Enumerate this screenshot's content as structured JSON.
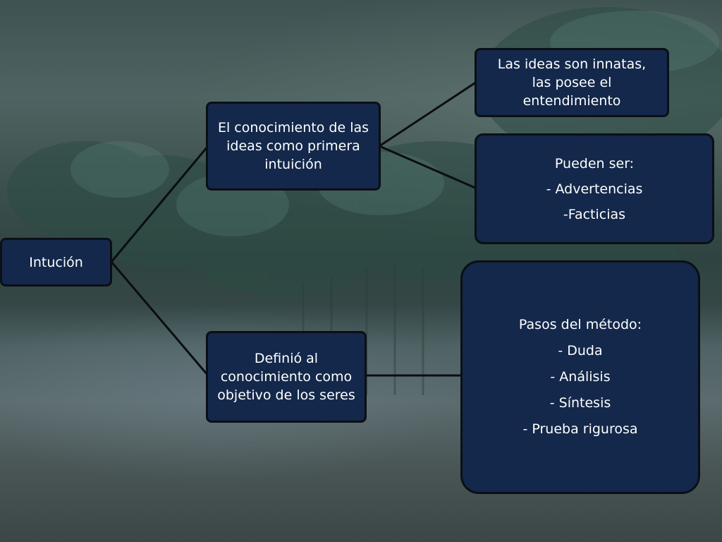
{
  "diagram": {
    "root": {
      "label": "Intución"
    },
    "branch_top": {
      "label": "El conocimiento de las ideas como primera intuición",
      "children": [
        {
          "lines": [
            "Las ideas son innatas, las posee el entendimiento"
          ]
        },
        {
          "lines": [
            "Pueden ser:",
            "- Advertencias",
            "-Facticias"
          ]
        }
      ]
    },
    "branch_bottom": {
      "label": "Definió al conocimiento como objetivo de los seres",
      "children": [
        {
          "lines": [
            "Pasos del método:",
            "- Duda",
            "- Análisis",
            "- Síntesis",
            "- Prueba rigurosa"
          ]
        }
      ]
    },
    "colors": {
      "node_fill": "#13284a",
      "node_border": "#0b0f16",
      "connector": "#0a0d12",
      "text": "#ffffff"
    }
  }
}
